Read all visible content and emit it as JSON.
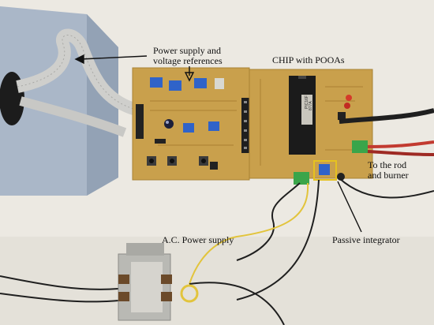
{
  "annotations": {
    "power_supply": [
      "Power supply and",
      "voltage references"
    ],
    "chip": "CHIP with POOAs",
    "rod_burner": [
      "To the rod",
      "and burner"
    ],
    "ac_supply": "A.C. Power supply",
    "integrator": "Passive integrator"
  },
  "chip_marking": [
    "PIC16F",
    "877A"
  ],
  "colors": {
    "background": "#ece9e2",
    "board": "#c9a04c",
    "trimmer": "#2f63c9",
    "terminal": "#3aa54a",
    "highlight_box": "#e6c21f",
    "transformer": "#b9b9b4",
    "enclosure": "#aab7c8"
  }
}
